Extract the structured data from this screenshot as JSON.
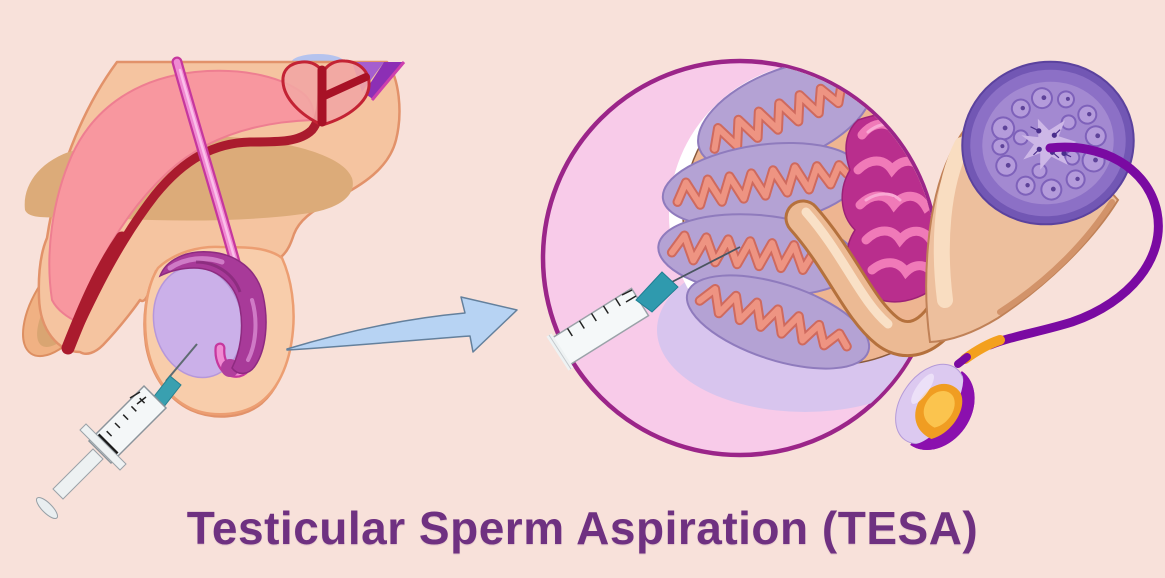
{
  "title": {
    "text": "Testicular Sperm Aspiration (TESA)"
  },
  "palette": {
    "background": "#f8e1da",
    "title_color": "#6f3181",
    "magnifier_fill": "#f8cbe9",
    "magnifier_border": "#9b2589",
    "arrow_fill": "#b7d3f3",
    "arrow_outline": "#64809c",
    "skin": "#f5c4a0",
    "skin_outline": "#e2926a",
    "penis_pink": "#f8979f",
    "urethra_red": "#aa1b2e",
    "vas_deferens_pink": "#f08ad2",
    "testis_lavender": "#cbb0e9",
    "epididymis_magenta": "#a83a99",
    "tubule_coral": "#ee9482",
    "lobule_lavender": "#b4a2d4",
    "rete_magenta": "#b92e8d",
    "duct_tan": "#ecba94",
    "disc_purple": "#8c70c6",
    "sperm_tail_purple": "#7a0aa2",
    "sperm_orange": "#f3a01e",
    "syringe_teal": "#2f9aae"
  },
  "illustration": {
    "panels": [
      {
        "name": "male-pelvis-cross-section",
        "elements": [
          "penis",
          "urethra",
          "bladder",
          "seminal-vesicle",
          "vas-deferens",
          "scrotum",
          "testicle",
          "epididymis",
          "aspiration-syringe"
        ]
      },
      {
        "name": "magnified-testicle-view",
        "elements": [
          "tunica-layer",
          "seminiferous-lobules",
          "rete-testis",
          "epididymis-duct",
          "aspiration-syringe"
        ]
      },
      {
        "name": "sperm-release-detail",
        "elements": [
          "seminiferous-tubule-cross-section",
          "sperm-cell"
        ]
      }
    ],
    "arrow": {
      "direction": "left-to-right"
    }
  }
}
